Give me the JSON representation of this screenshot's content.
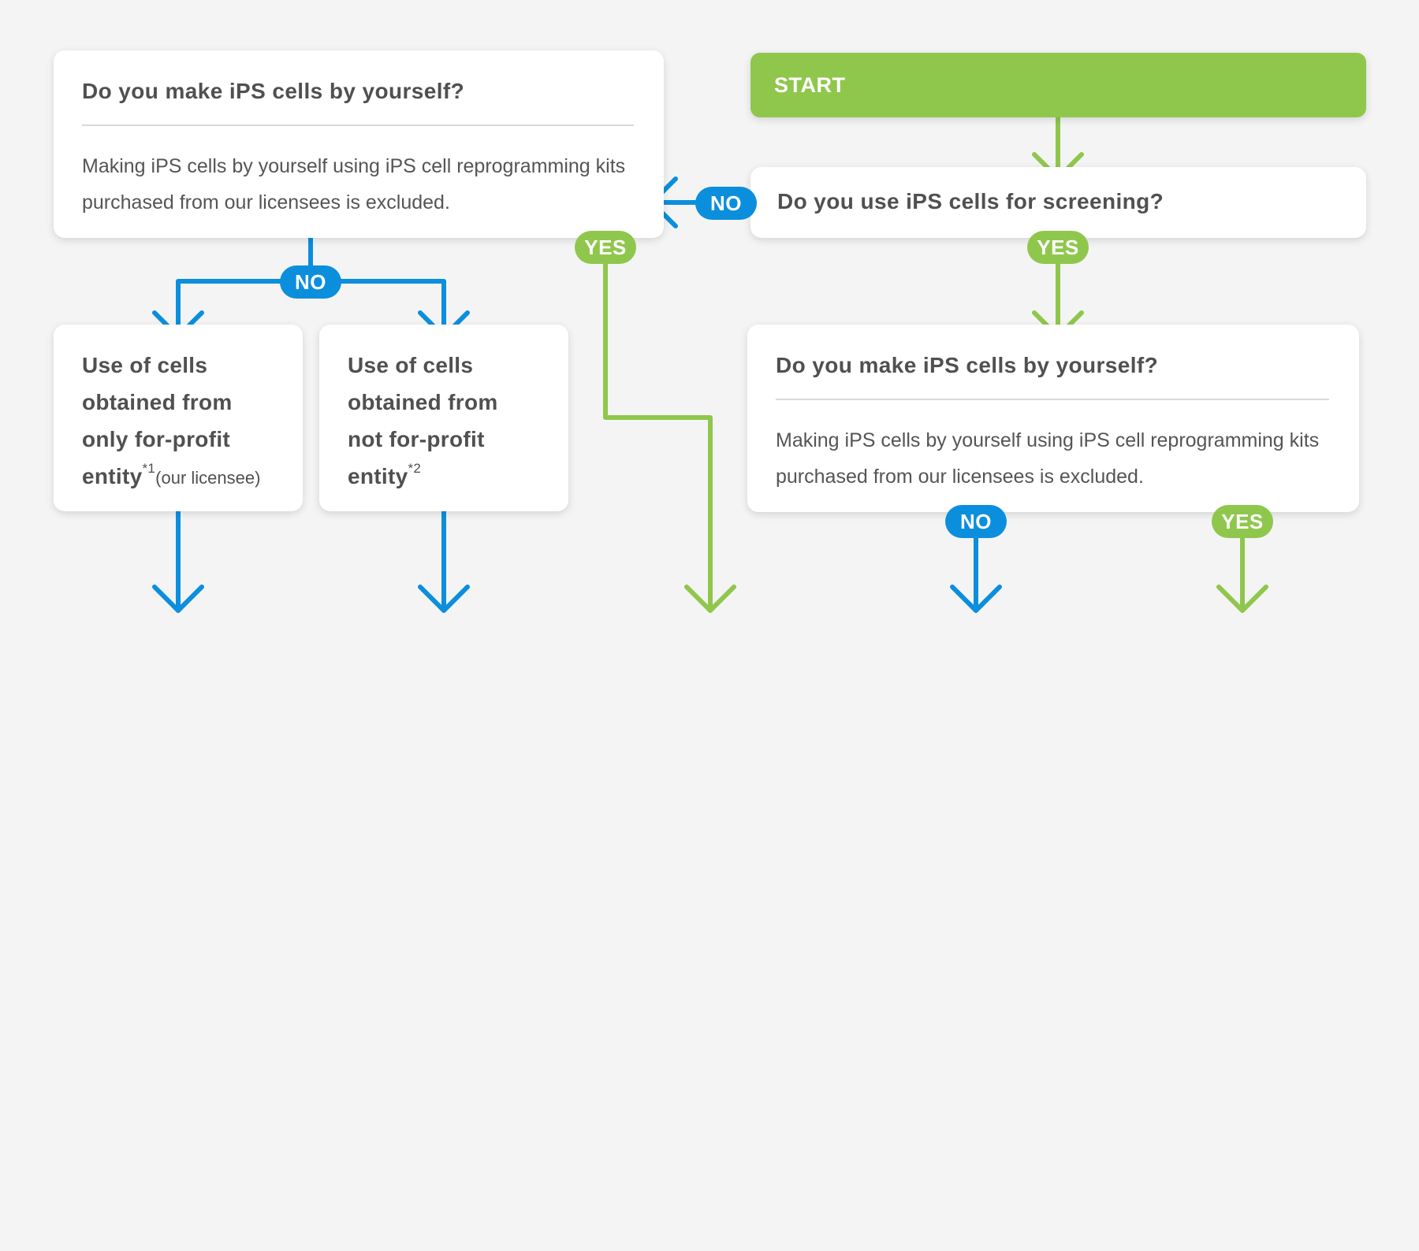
{
  "colors": {
    "no": "#0b8fdd",
    "yes": "#8fc74c",
    "background": "#f4f4f4",
    "text": "#505050"
  },
  "start": {
    "label": "START"
  },
  "screening": {
    "question": "Do you use iPS cells for screening?"
  },
  "make_left": {
    "question": "Do you make iPS cells by yourself?",
    "note": "Making iPS cells by yourself using iPS cell reprogramming kits purchased from our licensees is excluded."
  },
  "make_right": {
    "question": "Do you make iPS cells by yourself?",
    "note": "Making iPS cells by yourself using iPS cell reprogramming kits purchased from our licensees is excluded."
  },
  "outcome_forprofit": {
    "line1": "Use of cells",
    "line2": "obtained from",
    "line3": "only for-profit",
    "line4": "entity",
    "footnote": "*1",
    "suffix": "(our licensee)"
  },
  "outcome_notforprofit": {
    "line1": "Use of cells",
    "line2": "obtained from",
    "line3": "not for-profit",
    "line4": "entity",
    "footnote": "*2"
  },
  "labels": {
    "no": "NO",
    "yes": "YES"
  }
}
